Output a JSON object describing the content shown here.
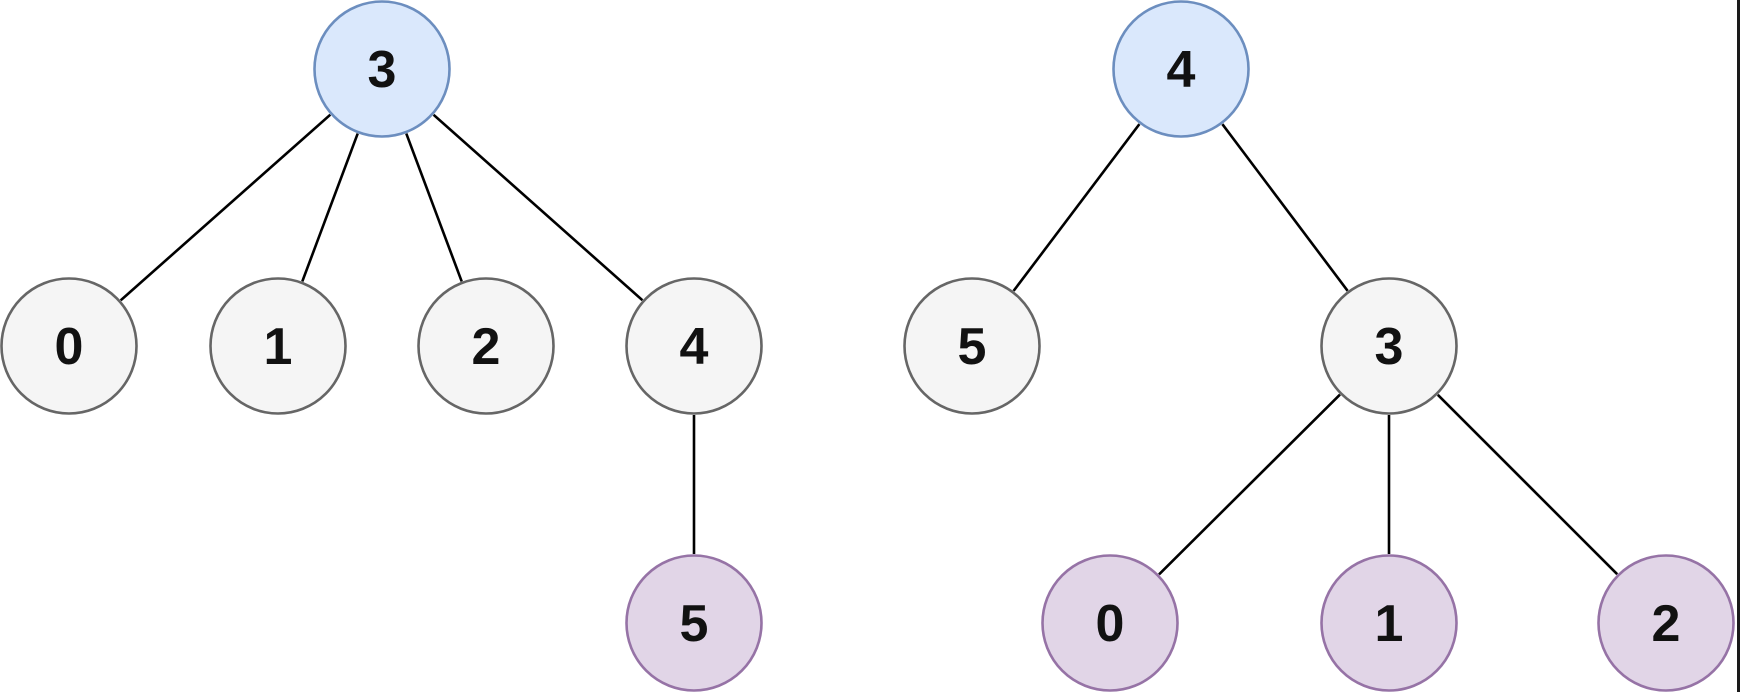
{
  "colors": {
    "root_fill": "#dae8fc",
    "root_stroke": "#6c8ebf",
    "default_fill": "#f5f5f5",
    "default_stroke": "#666666",
    "leaf_fill": "#e1d5e7",
    "leaf_stroke": "#9673a6",
    "edge": "#000000"
  },
  "trees": [
    {
      "id": "left",
      "nodes": [
        {
          "id": "L3",
          "label": "3",
          "kind": "root"
        },
        {
          "id": "L0",
          "label": "0",
          "kind": "default"
        },
        {
          "id": "L1",
          "label": "1",
          "kind": "default"
        },
        {
          "id": "L2",
          "label": "2",
          "kind": "default"
        },
        {
          "id": "L4",
          "label": "4",
          "kind": "default"
        },
        {
          "id": "L5",
          "label": "5",
          "kind": "leaf"
        }
      ],
      "edges": [
        [
          "L3",
          "L0"
        ],
        [
          "L3",
          "L1"
        ],
        [
          "L3",
          "L2"
        ],
        [
          "L3",
          "L4"
        ],
        [
          "L4",
          "L5"
        ]
      ]
    },
    {
      "id": "right",
      "nodes": [
        {
          "id": "R4",
          "label": "4",
          "kind": "root"
        },
        {
          "id": "R5",
          "label": "5",
          "kind": "default"
        },
        {
          "id": "R3",
          "label": "3",
          "kind": "default"
        },
        {
          "id": "R0",
          "label": "0",
          "kind": "leaf"
        },
        {
          "id": "R1",
          "label": "1",
          "kind": "leaf"
        },
        {
          "id": "R2",
          "label": "2",
          "kind": "leaf"
        }
      ],
      "edges": [
        [
          "R4",
          "R5"
        ],
        [
          "R4",
          "R3"
        ],
        [
          "R3",
          "R0"
        ],
        [
          "R3",
          "R1"
        ],
        [
          "R3",
          "R2"
        ]
      ]
    }
  ]
}
